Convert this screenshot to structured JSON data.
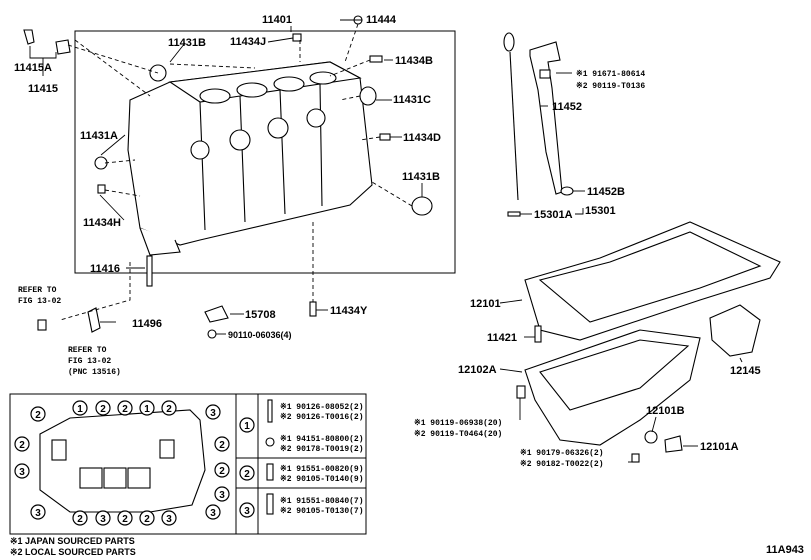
{
  "labels": {
    "p11401": "11401",
    "p11444": "11444",
    "p11431B_top": "11431B",
    "p11434J": "11434J",
    "p11434B": "11434B",
    "p11431C": "11431C",
    "p11415A": "11415A",
    "p11415": "11415",
    "p11431A": "11431A",
    "p11434D": "11434D",
    "p11431B_right": "11431B",
    "p11434H": "11434H",
    "p11416": "11416",
    "p15708": "15708",
    "p11434Y": "11434Y",
    "p11496": "11496",
    "p90110": "90110-06036(4)",
    "p11452": "11452",
    "p11452B": "11452B",
    "p15301A": "15301A",
    "p15301": "15301",
    "p12101": "12101",
    "p11421": "11421",
    "p12102A": "12102A",
    "p12145": "12145",
    "p12101B": "12101B",
    "p12101A": "12101A"
  },
  "refs": {
    "refer1_l1": "REFER TO",
    "refer1_l2": "FIG 13-02",
    "refer2_l1": "REFER TO",
    "refer2_l2": "FIG 13-02",
    "refer2_l3": "(PNC 13516)"
  },
  "bolt_notes": {
    "dipstick_1": "※1 91671-80614",
    "dipstick_2": "※2 90119-T0136",
    "pan_1": "※1 90119-06938(20)",
    "pan_2": "※2 90119-T0464(20)",
    "drain_1": "※1 90179-06326(2)",
    "drain_2": "※2 90182-T0022(2)"
  },
  "table": {
    "row1": {
      "num": "1",
      "a1": "※1 90126-08052(2)",
      "a2": "※2 90126-T0016(2)",
      "b1": "※1 94151-80800(2)",
      "b2": "※2 90178-T0019(2)"
    },
    "row2": {
      "num": "2",
      "a1": "※1 91551-00820(9)",
      "a2": "※2 90105-T0140(9)"
    },
    "row3": {
      "num": "3",
      "a1": "※1 91551-80840(7)",
      "a2": "※2 90105-T0130(7)"
    }
  },
  "callouts": {
    "one": "1",
    "two": "2",
    "three": "3"
  },
  "footnotes": {
    "f1": "※1 JAPAN SOURCED PARTS",
    "f2": "※2 LOCAL SOURCED PARTS"
  },
  "figure_id": "11A943"
}
